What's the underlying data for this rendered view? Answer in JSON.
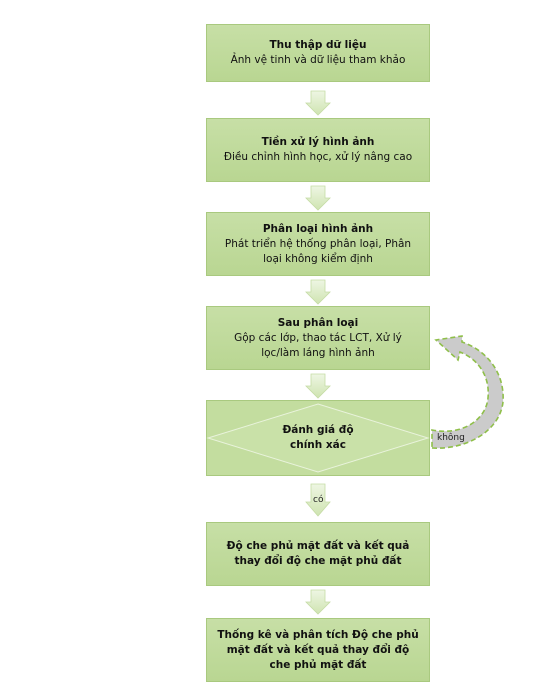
{
  "steps": [
    {
      "title": "Thu thập dữ liệu",
      "desc": "Ảnh vệ tinh và dữ liệu tham khảo"
    },
    {
      "title": "Tiền xử lý hình ảnh",
      "desc": "Điều chỉnh hình học, xử lý nâng cao"
    },
    {
      "title": "Phân loại hình ảnh",
      "desc": "Phát triển hệ thống phân loại, Phân loại không kiểm định"
    },
    {
      "title": "Sau phân loại",
      "desc": "Gộp các lớp, thao tác LCT, Xử lý lọc/làm láng hình ảnh"
    }
  ],
  "decision": {
    "line1": "Đánh giá độ",
    "line2": "chính xác",
    "yes_label": "có",
    "no_label": "không"
  },
  "results": [
    {
      "title": "Độ che phủ mặt đất và kết quả thay đổi độ che mặt phủ đất"
    },
    {
      "title": "Thống kê và phân tích Độ che phủ mặt đất và kết quả thay đổi độ che phủ mặt đất"
    }
  ],
  "colors": {
    "box_fill": "#c3dd9f",
    "arrow_fill": "#d6e8bd",
    "loop_fill": "#c8c8c8",
    "loop_border": "#8fbf4a"
  }
}
